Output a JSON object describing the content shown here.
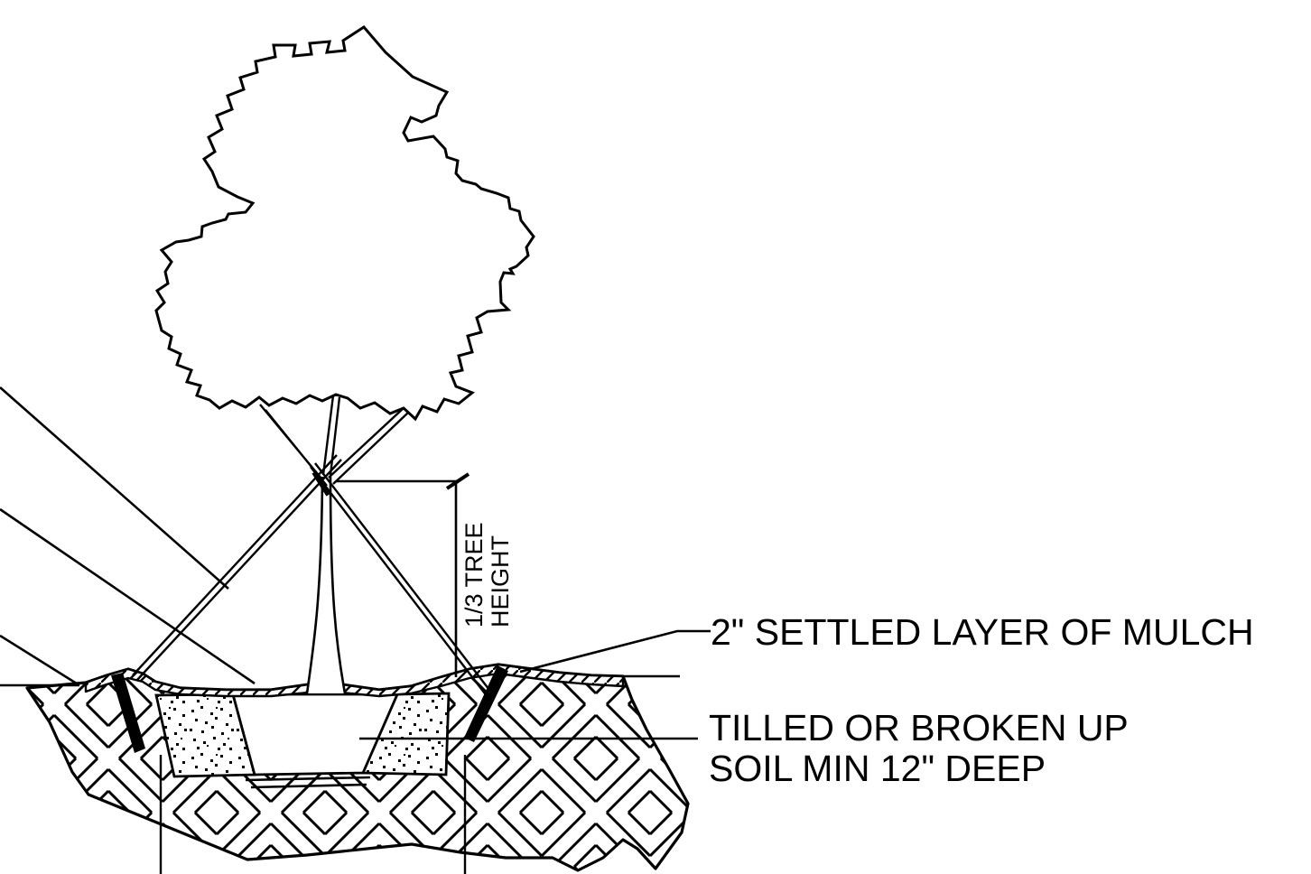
{
  "drawing": {
    "kind": "tree-planting-detail-section",
    "dimension_label": {
      "line1": "1/3 TREE",
      "line2": "HEIGHT"
    },
    "labels": {
      "mulch": "2\" SETTLED LAYER OF MULCH",
      "tilled_line1": "TILLED OR BROKEN UP",
      "tilled_line2": "SOIL MIN 12\" DEEP"
    },
    "colors": {
      "line": "#000000",
      "background": "#ffffff"
    }
  }
}
